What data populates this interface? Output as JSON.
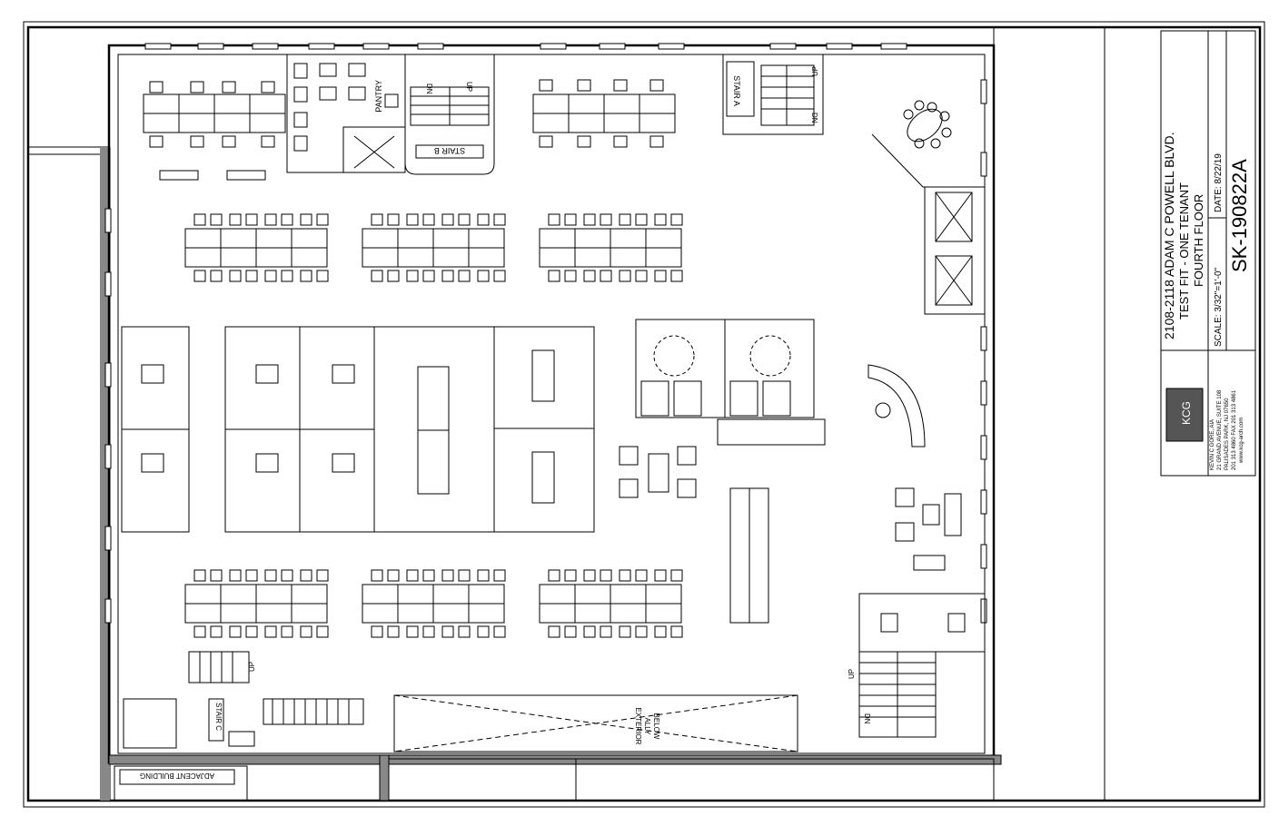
{
  "title_block": {
    "address": "2108-2118 ADAM C POWELL BLVD.",
    "project": "TEST FIT - ONE TENANT",
    "floor": "FOURTH FLOOR",
    "scale": "SCALE: 3/32\"=1'-0\"",
    "date": "DATE: 8/22/19",
    "sheet_number": "SK-190822A",
    "firm": {
      "logo": "KCG",
      "name": "KEVIN C GORE, AIA",
      "address": "21 GRAND AVENUE, SUITE 108",
      "city": "PALISADES PARK, NJ 07650",
      "phone": "201 313 4860 FAX 201 313 4861",
      "web": "www.kcg-arch.com"
    }
  },
  "labels": {
    "pantry": "PANTRY",
    "stair_a": "STAIR A",
    "stair_b": "STAIR B",
    "stair_c": "STAIR C",
    "up": "UP",
    "dn": "DN",
    "exterior_1": "EXTERIOR",
    "exterior_2": "ALLY",
    "exterior_3": "BELOW",
    "adjacent": "ADJACENT BUILDING"
  },
  "colors": {
    "line": "#000000",
    "paper": "#ffffff"
  }
}
